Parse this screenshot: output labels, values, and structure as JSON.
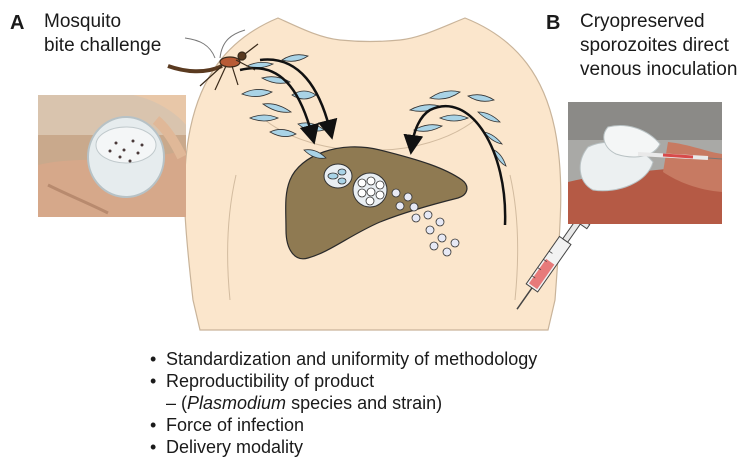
{
  "panel_a": {
    "letter": "A",
    "title_line1": "Mosquito",
    "title_line2": "bite challenge"
  },
  "panel_b": {
    "letter": "B",
    "title_line1": "Cryopreserved",
    "title_line2": "sporozoites direct",
    "title_line3": "venous inoculation"
  },
  "bullets": {
    "item1": "Standardization and uniformity of methodology",
    "item2": "Reproductibility of product",
    "item2_sub_dash": "– (",
    "item2_sub_italic": "Plasmodium",
    "item2_sub_rest": " species and strain)",
    "item3": "Force of infection",
    "item4": "Delivery modality",
    "bullet_char": "•"
  },
  "colors": {
    "skin": "#fbe6cc",
    "skin_outline": "#c9b49a",
    "liver": "#8f7a52",
    "sporozoite": "#a9d3e6",
    "arrow": "#111111",
    "syringe_fluid": "#e77a7a"
  },
  "icons": [
    "mosquito-icon",
    "syringe-icon",
    "liver-icon",
    "sporozoite-icon"
  ]
}
